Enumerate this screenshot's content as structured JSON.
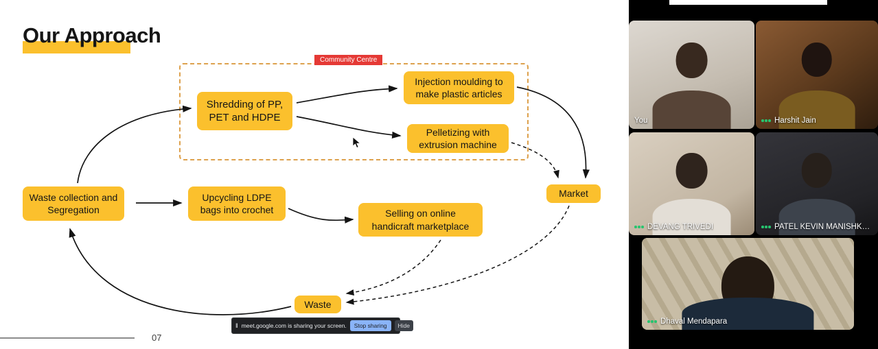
{
  "slide": {
    "title": "Our Approach",
    "page_number": "07",
    "community_centre": {
      "label": "Community Centre"
    },
    "nodes": {
      "waste_collection": "Waste collection and Segregation",
      "shredding": "Shredding of PP, PET and HDPE",
      "injection_moulding": "Injection moulding to make plastic articles",
      "pelletizing": "Pelletizing with extrusion machine",
      "upcycling": "Upcycling LDPE bags into crochet",
      "selling": "Selling on online handicraft marketplace",
      "market": "Market",
      "waste": "Waste"
    },
    "edges": [
      {
        "from": "waste_collection",
        "to": "shredding",
        "style": "solid"
      },
      {
        "from": "waste_collection",
        "to": "upcycling",
        "style": "solid"
      },
      {
        "from": "shredding",
        "to": "injection_moulding",
        "style": "solid"
      },
      {
        "from": "shredding",
        "to": "pelletizing",
        "style": "solid"
      },
      {
        "from": "injection_moulding",
        "to": "market",
        "style": "solid"
      },
      {
        "from": "pelletizing",
        "to": "market",
        "style": "dashed"
      },
      {
        "from": "upcycling",
        "to": "selling",
        "style": "solid"
      },
      {
        "from": "selling",
        "to": "waste",
        "style": "dashed"
      },
      {
        "from": "market",
        "to": "waste",
        "style": "dashed"
      },
      {
        "from": "waste",
        "to": "waste_collection",
        "style": "solid"
      }
    ],
    "colors": {
      "node_fill": "#FBC02D",
      "community_border": "#DDA14D",
      "community_label_bg": "#E53935",
      "title_highlight": "#FBC02D"
    }
  },
  "share_bar": {
    "pause_icon": "‖",
    "message": "meet.google.com is sharing your screen.",
    "stop_button": "Stop sharing",
    "hide_button": "Hide"
  },
  "participants": [
    {
      "name": "You",
      "speaking": false
    },
    {
      "name": "Harshit Jain",
      "speaking": true
    },
    {
      "name": "DEVANG TRIVEDI",
      "speaking": true
    },
    {
      "name": "PATEL KEVIN MANISHK…",
      "speaking": true
    },
    {
      "name": "Dhaval Mendapara",
      "speaking": true
    }
  ]
}
